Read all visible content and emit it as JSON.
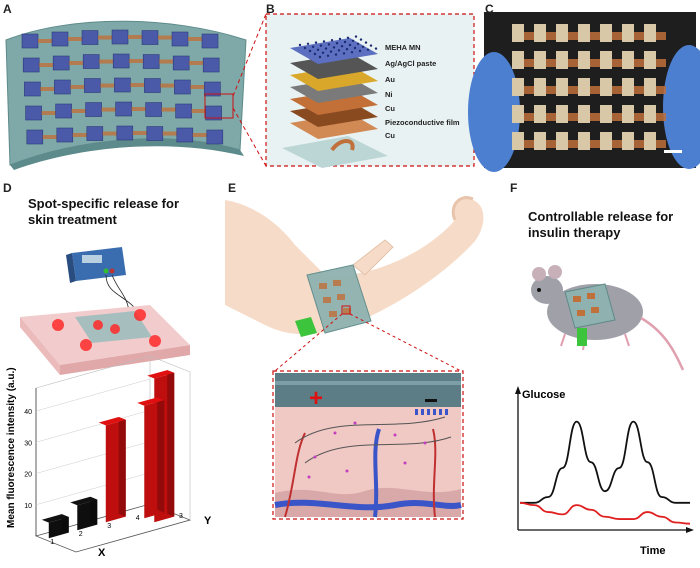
{
  "panels": {
    "A": {
      "letter": "A"
    },
    "B": {
      "letter": "B",
      "layers": [
        "MEHA MN",
        "Ag/AgCl paste",
        "Au",
        "Ni",
        "Cu",
        "Piezoconductive film",
        "Cu"
      ]
    },
    "C": {
      "letter": "C"
    },
    "D": {
      "letter": "D",
      "title_line1": "Spot-specific release for",
      "title_line2": "skin treatment"
    },
    "E": {
      "letter": "E",
      "plus_sign": "+"
    },
    "F": {
      "letter": "F",
      "title_line1": "Controllable release for",
      "title_line2": "insulin therapy"
    }
  },
  "colors": {
    "patch_teal": "#7fa9a8",
    "pad_blue": "#4a5aa8",
    "copper": "#c0703a",
    "bar_red": "#e01010",
    "bar_black": "#111111",
    "skin": "#f6dcc8",
    "photo_bg": "#1e1e1e",
    "glove_blue": "#4d7fd0",
    "green_tab": "#3cc43c",
    "curve_red": "#e02020"
  },
  "chart_data": [
    {
      "type": "bar",
      "subtype": "3d-bar",
      "ylabel": "Mean fluorescence intensity (a.u.)",
      "xlabel": "X",
      "zlabel": "Y",
      "yticks": [
        "10",
        "20",
        "30",
        "40"
      ],
      "xticks": [
        "1",
        "2",
        "3",
        "4"
      ],
      "zticks": [
        "1",
        "2",
        "3"
      ],
      "ylim": [
        0,
        45
      ],
      "bars": [
        {
          "x": 1,
          "y": 1,
          "value": 5,
          "color": "#111111"
        },
        {
          "x": 2,
          "y": 1,
          "value": 8,
          "color": "#111111"
        },
        {
          "x": 3,
          "y": 1,
          "value": 31,
          "color": "#e01010"
        },
        {
          "x": 4,
          "y": 2,
          "value": 36,
          "color": "#e01010"
        },
        {
          "x": 4,
          "y": 3,
          "value": 46,
          "color": "#e01010"
        }
      ]
    },
    {
      "type": "line",
      "ylabel": "Glucose",
      "xlabel": "Time",
      "series": [
        {
          "color": "#111111",
          "values": [
            0.2,
            0.2,
            0.25,
            0.5,
            0.9,
            0.55,
            0.3,
            0.5,
            0.9,
            0.55,
            0.25,
            0.2,
            0.2
          ]
        },
        {
          "color": "#e02020",
          "values": [
            0.2,
            0.18,
            0.12,
            0.1,
            0.18,
            0.14,
            0.08,
            0.06,
            0.06,
            0.12,
            0.08,
            0.03,
            0.02
          ]
        }
      ]
    }
  ]
}
